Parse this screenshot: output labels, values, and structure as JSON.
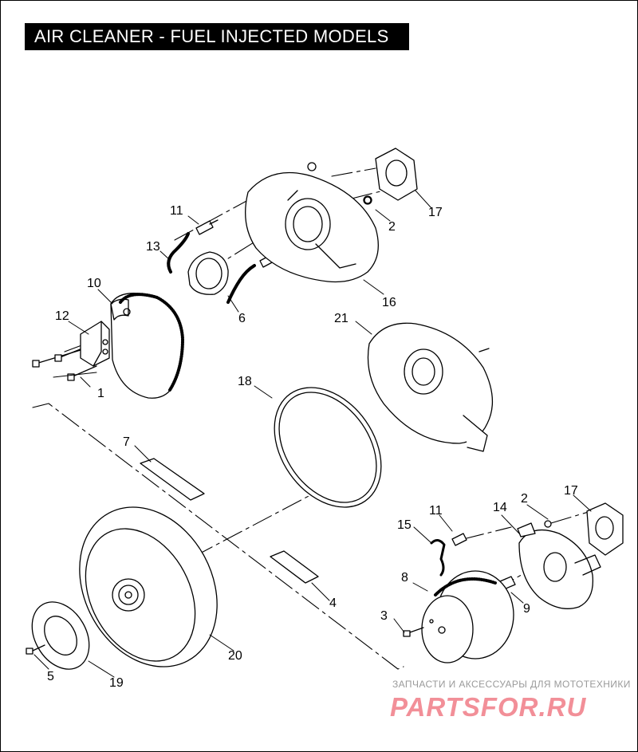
{
  "title": "AIR CLEANER - FUEL INJECTED MODELS",
  "callouts": {
    "c1": "1",
    "c2a": "2",
    "c2b": "2",
    "c3": "3",
    "c4": "4",
    "c5": "5",
    "c6": "6",
    "c7": "7",
    "c8": "8",
    "c9": "9",
    "c10": "10",
    "c11a": "11",
    "c11b": "11",
    "c12": "12",
    "c13": "13",
    "c14": "14",
    "c15": "15",
    "c16": "16",
    "c17a": "17",
    "c17b": "17",
    "c18": "18",
    "c19": "19",
    "c20": "20",
    "c21": "21"
  },
  "watermark": {
    "caption": "ЗАПЧАСТИ И АКСЕССУАРЫ ДЛЯ МОТОТЕХНИКИ",
    "logo": "PARTSFOR.RU",
    "color": "#f28f98"
  }
}
